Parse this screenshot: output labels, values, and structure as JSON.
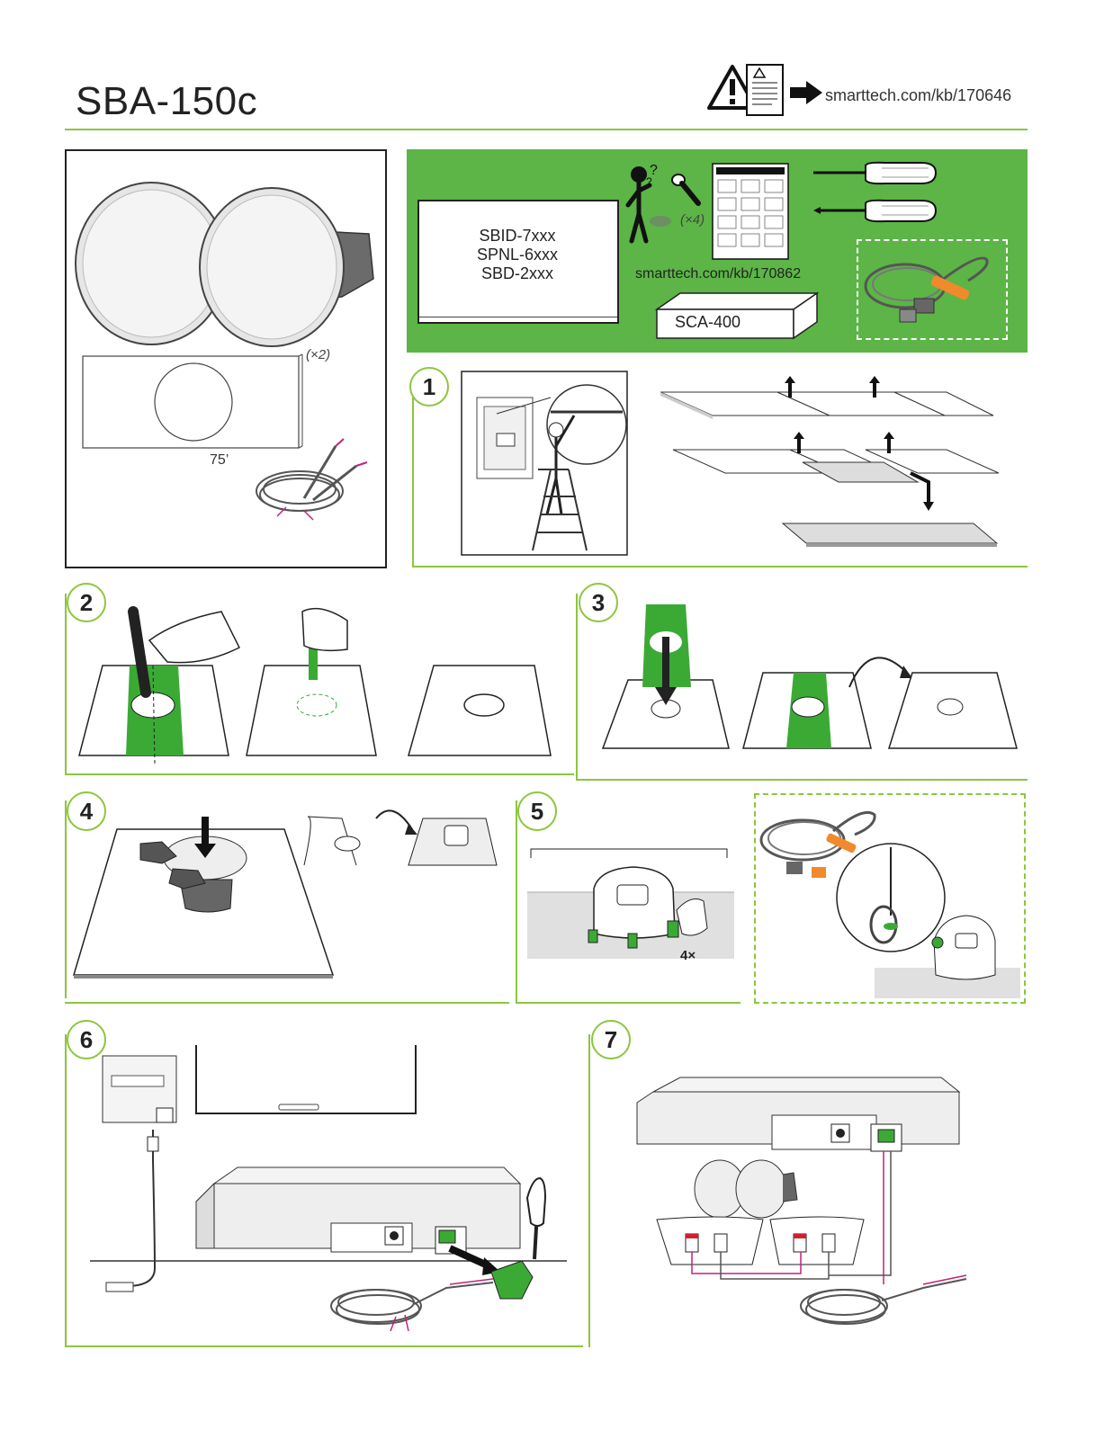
{
  "header": {
    "title": "SBA-150c",
    "support_url": "smarttech.com/kb/170646",
    "warning_icon": "warning-triangle-icon",
    "document_icon": "document-icon",
    "arrow_icon": "arrow-right-icon"
  },
  "contents": {
    "quantity": "(×2)",
    "cable_length": "75’"
  },
  "requirements": {
    "display_models": [
      "SBID-7xxx",
      "SPNL-6xxx",
      "SBD-2xxx"
    ],
    "screw_quantity": "(×4)",
    "guide_url": "smarttech.com/kb/170862",
    "amplifier": "SCA-400"
  },
  "steps": {
    "step1": "1",
    "step2": "2",
    "step3": "3",
    "step4": "4",
    "step5": "5",
    "step6": "6",
    "step7": "7"
  },
  "step5": {
    "clamp_count": "4×"
  },
  "colors": {
    "accent": "#8cc63f",
    "panel_green": "#5cb546",
    "template_green": "#3aaa35",
    "wire_pink": "#c2227a"
  }
}
